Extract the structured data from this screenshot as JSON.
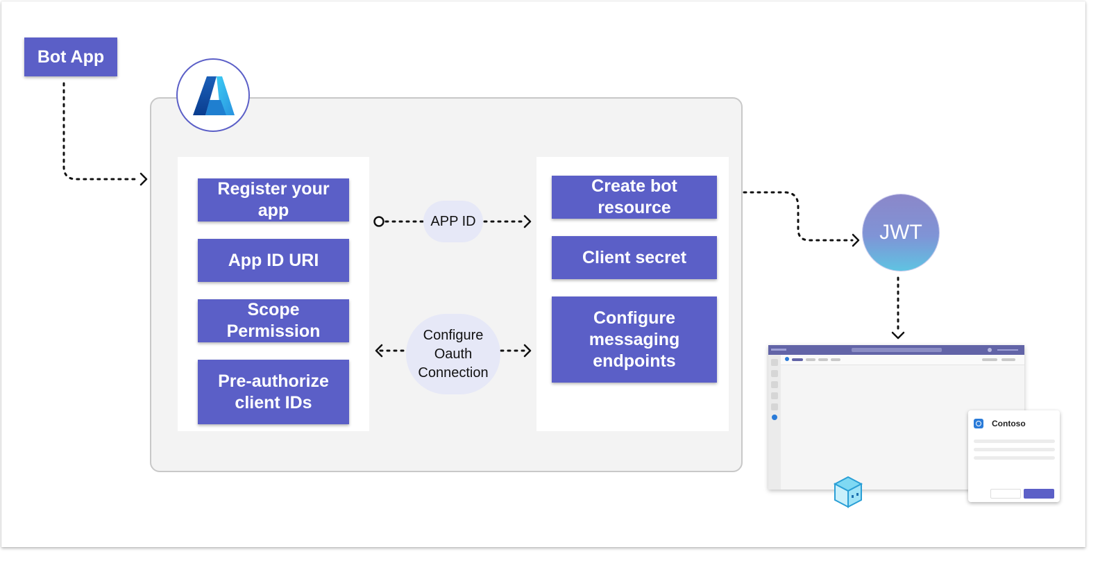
{
  "bot_app": {
    "label": "Bot App"
  },
  "left_steps": [
    {
      "label": "Register your app"
    },
    {
      "label": "App ID URI"
    },
    {
      "label": "Scope Permission"
    },
    {
      "label": "Pre-authorize client IDs"
    }
  ],
  "right_steps": [
    {
      "label": "Create bot resource"
    },
    {
      "label": "Client secret"
    },
    {
      "label": "Configure messaging endpoints"
    }
  ],
  "connectors": {
    "app_id": "APP ID",
    "oauth": "Configure Oauth Connection"
  },
  "jwt": {
    "label": "JWT"
  },
  "teams_card": {
    "title": "Contoso"
  },
  "colors": {
    "primary": "#5b5fc7",
    "panel_bg": "#f3f3f3",
    "bubble_bg": "#e6e8f7",
    "teams_bar": "#6264a7"
  }
}
